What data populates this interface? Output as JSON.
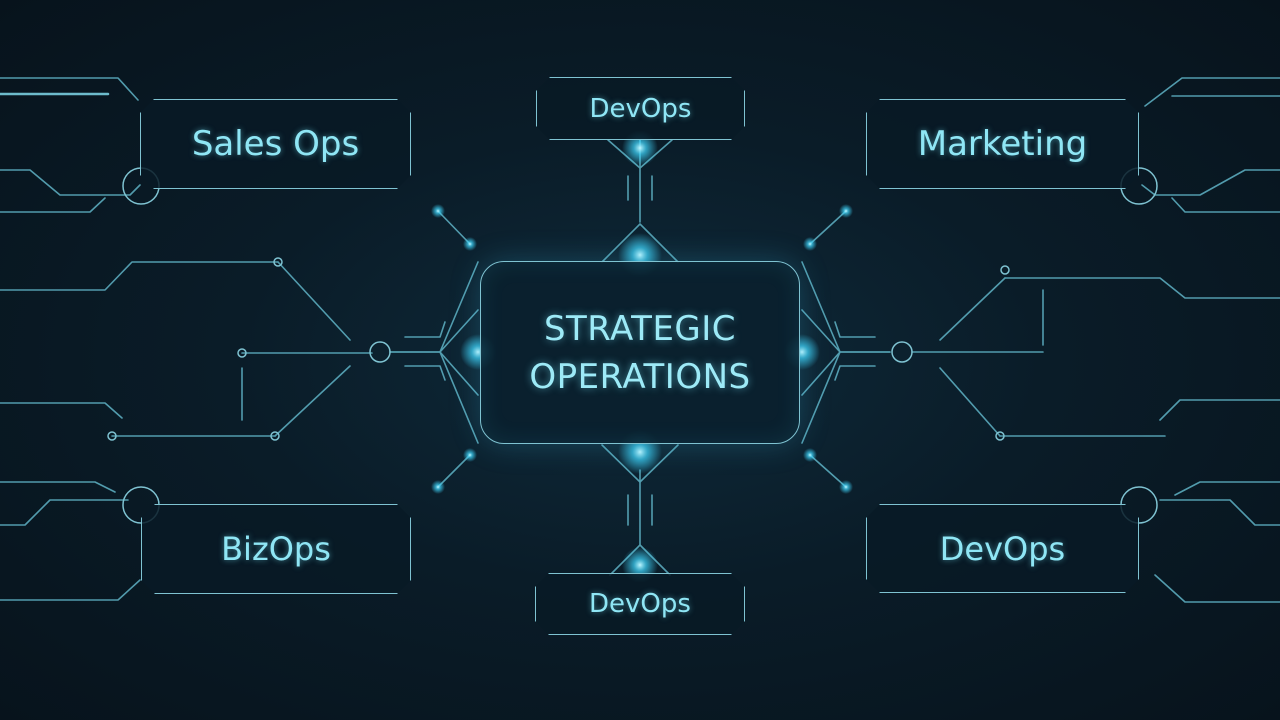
{
  "center": {
    "line1": "STRATEGIC",
    "line2": "OPERATIONS"
  },
  "nodes": {
    "sales_ops": "Sales Ops",
    "marketing": "Marketing",
    "bizops": "BizOps",
    "devops_right": "DevOps",
    "devops_top": "DevOps",
    "devops_bottom": "DevOps"
  },
  "colors": {
    "background": "#0a1c28",
    "line": "#6fbfd0",
    "glow": "#3fd8ff",
    "text": "#8fe6f5"
  }
}
